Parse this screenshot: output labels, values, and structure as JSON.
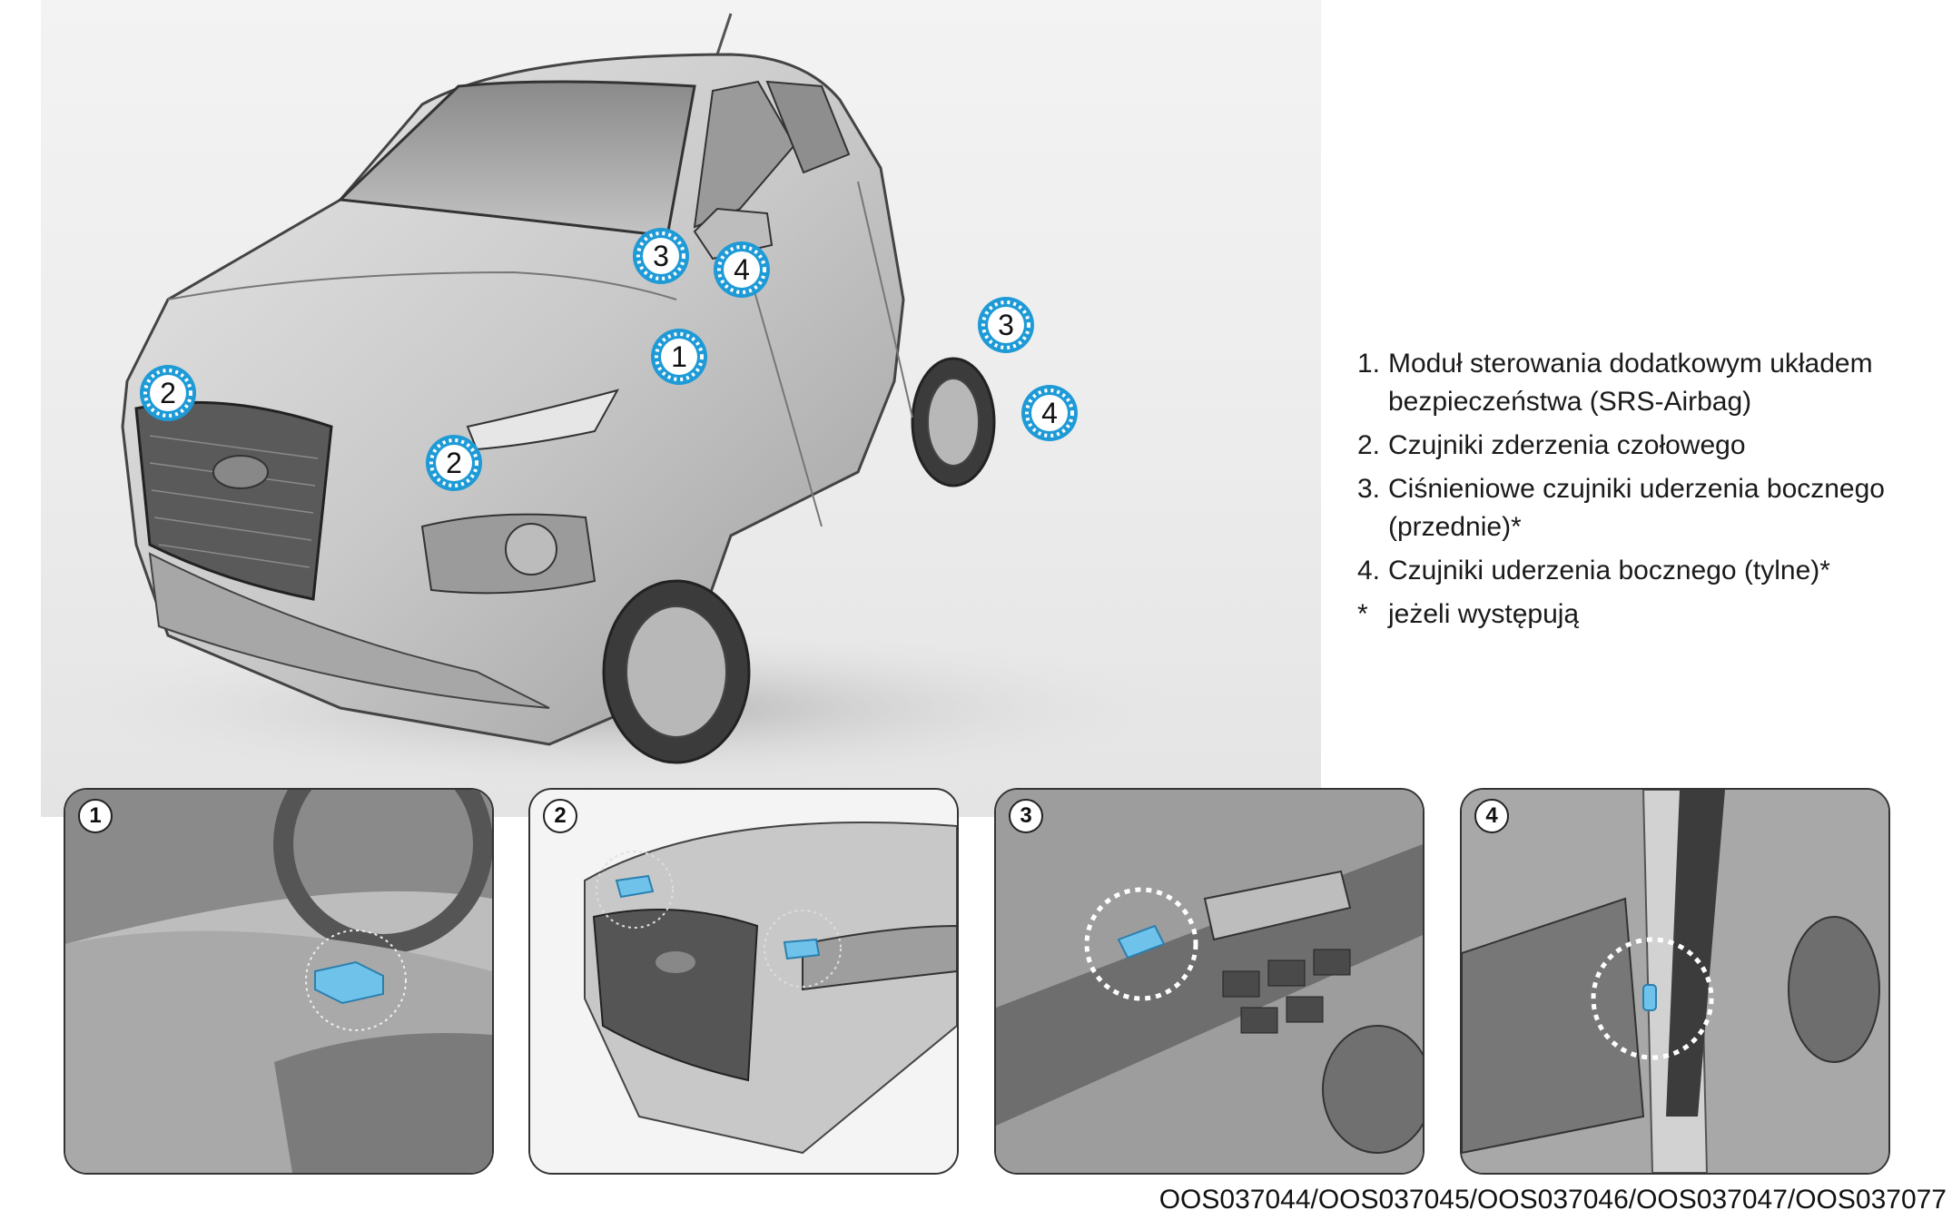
{
  "legend": {
    "items": [
      {
        "num": "1.",
        "text": "Moduł sterowania dodatkowym układem bezpieczeństwa (SRS-Airbag)"
      },
      {
        "num": "2.",
        "text": "Czujniki zderzenia czołowego"
      },
      {
        "num": "3.",
        "text": "Ciśnieniowe czujniki uderzenia bocznego (przednie)*"
      },
      {
        "num": "4.",
        "text": "Czujniki uderzenia bocznego (tylne)*"
      },
      {
        "num": "*",
        "text": "jeżeli występują"
      }
    ]
  },
  "markers": [
    "1",
    "2",
    "2",
    "3",
    "4",
    "3",
    "4"
  ],
  "panels": [
    {
      "label": "1"
    },
    {
      "label": "2"
    },
    {
      "label": "3"
    },
    {
      "label": "4"
    }
  ],
  "image_codes": "OOS037044/OOS037045/OOS037046/OOS037047/OOS037077",
  "colors": {
    "marker_ring": "#1e9ad6",
    "sensor_blue": "#6fc3ea"
  }
}
